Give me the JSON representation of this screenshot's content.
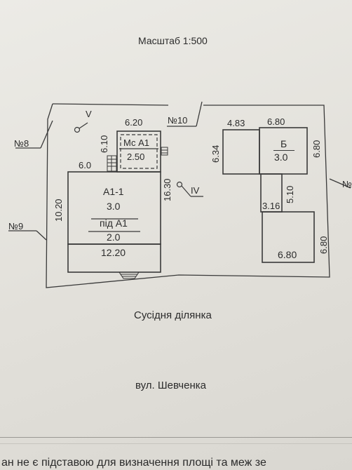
{
  "header": {
    "scale": "Масштаб 1:500"
  },
  "plan": {
    "plot_labels": [
      "№8",
      "№9",
      "№10",
      "№"
    ],
    "points": [
      "V",
      "IV"
    ],
    "house": {
      "dims": [
        "6.20",
        "6.10",
        "6.0",
        "10.20",
        "16.30",
        "12.20"
      ],
      "annex": {
        "name": "Мс А1",
        "value": "2.50"
      },
      "main": {
        "name": "А1-1",
        "value": "3.0"
      },
      "lower": {
        "name": "під А1",
        "value": "2.0"
      }
    },
    "shed": {
      "dims": [
        "4.83",
        "6.34"
      ]
    },
    "building_b": {
      "name": "Б",
      "value": "3.0",
      "dims": [
        "6.80",
        "6.80"
      ]
    },
    "building_c": {
      "dims": [
        "5.10",
        "3.16"
      ]
    },
    "building_d": {
      "dims": [
        "6.80",
        "6.80"
      ]
    }
  },
  "labels": {
    "neighbor": "Сусідня ділянка",
    "street": "вул. Шевченка",
    "footer_text": "ан не є підставою для визначення площі та меж зе"
  }
}
